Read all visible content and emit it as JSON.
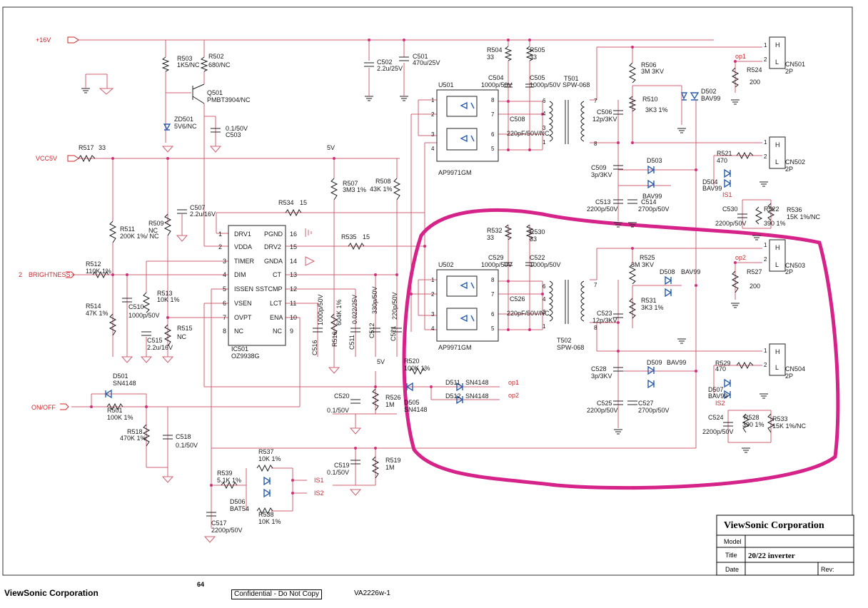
{
  "nets": {
    "v16": "+16V",
    "vcc5": "VCC5V",
    "brightness": "BRIGHTNESS",
    "brightness_pin": "2",
    "onoff": "ON/OFF",
    "v5a": "5V",
    "v5b": "5V",
    "op1": "op1",
    "op2": "op2",
    "op1b": "op1",
    "op2b": "op2",
    "is1": "IS1",
    "is2": "IS2",
    "is1b": "IS1",
    "is2b": "IS2"
  },
  "ic": {
    "ref": "IC501",
    "part": "OZ9938G",
    "left_pins": [
      {
        "num": "1",
        "name": "DRV1"
      },
      {
        "num": "2",
        "name": "VDDA"
      },
      {
        "num": "3",
        "name": "TIMER"
      },
      {
        "num": "4",
        "name": "DIM"
      },
      {
        "num": "5",
        "name": "ISSEN"
      },
      {
        "num": "6",
        "name": "VSEN"
      },
      {
        "num": "7",
        "name": "OVPT"
      },
      {
        "num": "8",
        "name": "NC"
      }
    ],
    "right_pins": [
      {
        "num": "16",
        "name": "PGND"
      },
      {
        "num": "15",
        "name": "DRV2"
      },
      {
        "num": "14",
        "name": "GNDA"
      },
      {
        "num": "13",
        "name": "CT"
      },
      {
        "num": "12",
        "name": "SSTCMP"
      },
      {
        "num": "11",
        "name": "LCT"
      },
      {
        "num": "10",
        "name": "ENA"
      },
      {
        "num": "9",
        "name": "NC"
      }
    ]
  },
  "mosfets": [
    {
      "ref": "U501",
      "part": "AP9971GM",
      "pins": [
        "1",
        "2",
        "3",
        "4",
        "8",
        "7",
        "6",
        "5"
      ]
    },
    {
      "ref": "U502",
      "part": "AP9971GM",
      "pins": [
        "1",
        "2",
        "3",
        "4",
        "8",
        "7",
        "6",
        "5"
      ]
    }
  ],
  "transformers": [
    {
      "ref": "T501",
      "part": "SPW-068"
    },
    {
      "ref": "T502",
      "part": "SPW-068"
    }
  ],
  "connectors": [
    {
      "ref": "CN501",
      "pins": "2P",
      "h": "H",
      "l": "L"
    },
    {
      "ref": "CN502",
      "pins": "2P",
      "h": "H",
      "l": "L"
    },
    {
      "ref": "CN503",
      "pins": "2P",
      "h": "H",
      "l": "L"
    },
    {
      "ref": "CN504",
      "pins": "2P",
      "h": "H",
      "l": "L"
    }
  ],
  "components": {
    "R503": [
      "R503",
      "1K5/NC"
    ],
    "R502": [
      "R502",
      "680/NC"
    ],
    "Q501": [
      "Q501",
      "PMBT3904/NC"
    ],
    "ZD501": [
      "ZD501",
      "5V6/NC"
    ],
    "C503": [
      "0.1/50V",
      "C503"
    ],
    "R517": [
      "R517",
      "33"
    ],
    "C502": [
      "C502",
      "2.2u/25V"
    ],
    "C501": [
      "C501",
      "470u/25V"
    ],
    "R504": [
      "R504",
      "33"
    ],
    "R505": [
      "R505",
      "33"
    ],
    "C504": [
      "C504",
      "1000p/50V"
    ],
    "C505": [
      "C505",
      "1000p/50V"
    ],
    "C508": [
      "C508",
      "220pF/50V/NC"
    ],
    "R506": [
      "R506",
      "3M 3KV"
    ],
    "R510": [
      "R510",
      "3K3 1%"
    ],
    "D502": [
      "D502",
      "BAV99"
    ],
    "R524": [
      "R524",
      "200"
    ],
    "C506": [
      "C506",
      "12p/3KV"
    ],
    "R521": [
      "R521",
      "470"
    ],
    "D503": [
      "D503",
      ""
    ],
    "C509": [
      "C509",
      "3p/3KV"
    ],
    "D504": [
      "D504",
      "BAV99"
    ],
    "BAV99a": [
      "BAV99",
      ""
    ],
    "C513": [
      "C513",
      "2200p/50V"
    ],
    "C514": [
      "C514",
      "2700p/50V"
    ],
    "C530": [
      "C530",
      "2200p/50V"
    ],
    "R522": [
      "R522",
      "390 1%"
    ],
    "R536": [
      "R536",
      "15K 1%/NC"
    ],
    "R507": [
      "R507",
      "3M3 1%"
    ],
    "R508": [
      "R508",
      "43K 1%"
    ],
    "C507": [
      "C507",
      "2.2u/16V"
    ],
    "R534": [
      "R534",
      "15"
    ],
    "R535": [
      "R535",
      "15"
    ],
    "R511": [
      "R511",
      "200K 1%/ NC"
    ],
    "R509": [
      "R509",
      "NC"
    ],
    "R512": [
      "R512",
      "110K 1%"
    ],
    "R514": [
      "R514",
      "47K 1%"
    ],
    "C510": [
      "C510",
      "1000p/50V"
    ],
    "R513": [
      "R513",
      "10K 1%"
    ],
    "C515": [
      "C515",
      "2.2u/16V"
    ],
    "R515": [
      "R515",
      "NC"
    ],
    "C516": [
      "C516",
      "1000p/50V"
    ],
    "R516": [
      "R516",
      "604K 1%"
    ],
    "C511": [
      "C511",
      "0.022/25V"
    ],
    "C512": [
      "C512",
      "330p/50V"
    ],
    "C521": [
      "C521",
      "220p/50V"
    ],
    "R532": [
      "R532",
      "33"
    ],
    "R530": [
      "R530",
      "33"
    ],
    "C529": [
      "C529",
      "1000p/50V"
    ],
    "C522": [
      "C522",
      "1000p/50V"
    ],
    "C526": [
      "C526",
      "220pF/50V/NC"
    ],
    "R525": [
      "R525",
      "3M 3KV"
    ],
    "D508": [
      "D508",
      "BAV99"
    ],
    "R531": [
      "R531",
      "3K3 1%"
    ],
    "R527": [
      "R527",
      "200"
    ],
    "C523": [
      "C523",
      "12p/3KV"
    ],
    "C528": [
      "C528",
      "3p/3KV"
    ],
    "D509": [
      "D509",
      "BAV99"
    ],
    "R529": [
      "R529",
      "470"
    ],
    "D507": [
      "D507",
      "BAV99"
    ],
    "C525": [
      "C525",
      "2200p/50V"
    ],
    "C527": [
      "C527",
      "2700p/50V"
    ],
    "C524": [
      "C524",
      "2200p/50V"
    ],
    "R528": [
      "R528",
      "390 1%"
    ],
    "R533": [
      "R533",
      "15K 1%/NC"
    ],
    "D501": [
      "D501",
      "SN4148"
    ],
    "R501": [
      "R501",
      "100K 1%"
    ],
    "R518": [
      "R518",
      "470K 1%"
    ],
    "C518": [
      "C518",
      "C518",
      "0.1/50V"
    ],
    "R520": [
      "R520",
      "100K 1%"
    ],
    "D511": [
      "D511",
      "SN4148"
    ],
    "D512": [
      "D512",
      "SN4148"
    ],
    "C520": [
      "C520",
      "0.1/50V"
    ],
    "R526": [
      "R526",
      "1M"
    ],
    "D505": [
      "D505",
      "SN4148"
    ],
    "R537": [
      "R537",
      "10K 1%"
    ],
    "R539": [
      "R539",
      "5.1K 1%"
    ],
    "D506": [
      "D506",
      "BAT54"
    ],
    "R538": [
      "R538",
      "10K 1%"
    ],
    "C519": [
      "C519",
      "0.1/50V"
    ],
    "R519": [
      "R519",
      "1M"
    ],
    "C517": [
      "C517",
      "2200p/50V"
    ]
  },
  "title_block": {
    "company": "ViewSonic Corporation",
    "model_label": "Model",
    "model_value": "",
    "title_label": "Title",
    "title_value": "20/22 inverter",
    "date_label": "Date",
    "date_value": "",
    "rev_label": "Rev:",
    "rev_value": ""
  },
  "footer": {
    "company": "ViewSonic Corporation",
    "page": "64",
    "confidential": "Confidential - Do Not Copy",
    "model": "VA2226w-1"
  },
  "colors": {
    "wire": "#d06070",
    "highlight": "#d6238a",
    "net_label": "#d4232a",
    "diode": "#2a5db0"
  }
}
